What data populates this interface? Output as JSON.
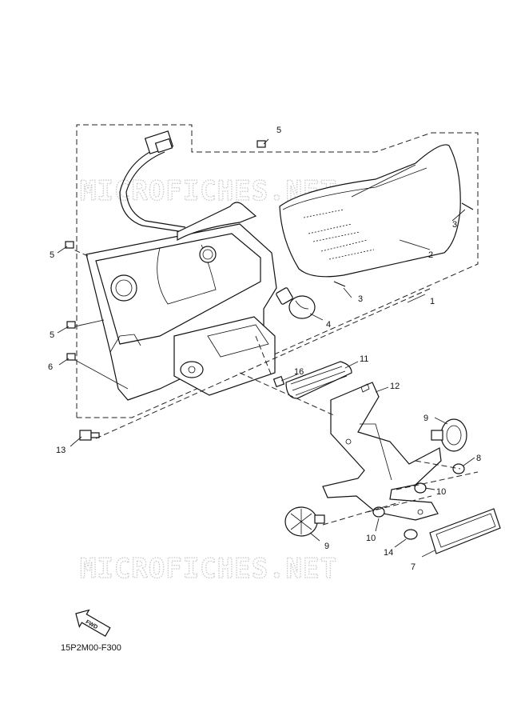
{
  "watermark": "MICROFICHES.NET",
  "diagram_code": "15P2M00-F300",
  "fwd_label": "FWD",
  "callouts": {
    "c1": "1",
    "c2": "2",
    "c3a": "3",
    "c3b": "3",
    "c4": "4",
    "c5a": "5",
    "c5b": "5",
    "c5c": "5",
    "c6": "6",
    "c7": "7",
    "c8": "8",
    "c9a": "9",
    "c9b": "9",
    "c10a": "10",
    "c10b": "10",
    "c11": "11",
    "c12": "12",
    "c13": "13",
    "c14": "14",
    "c16": "16"
  }
}
